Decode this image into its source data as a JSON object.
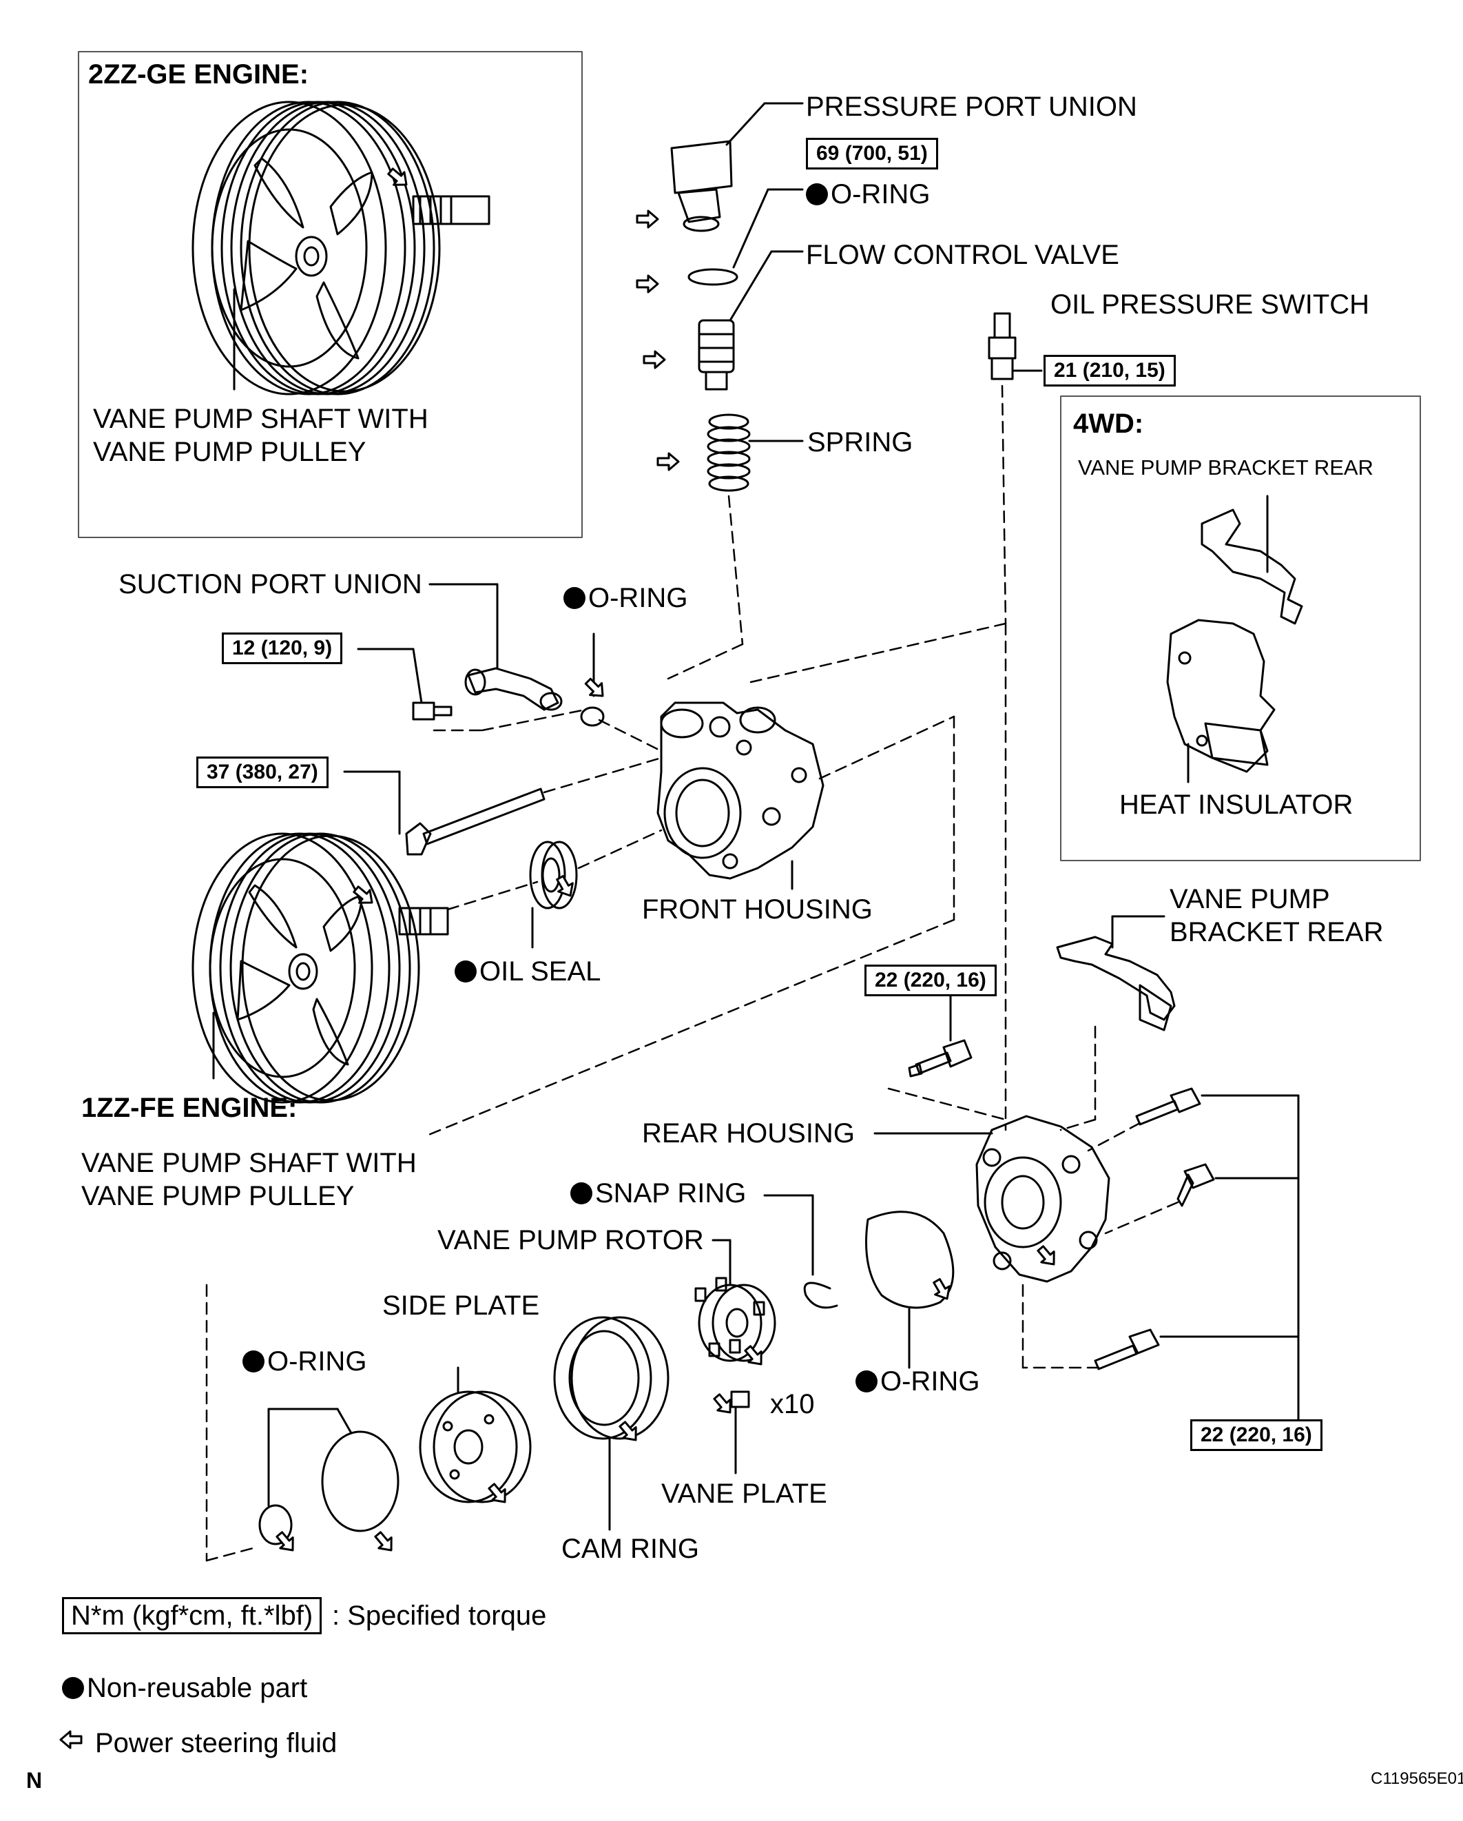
{
  "labels": {
    "engine_2zz": "2ZZ-GE ENGINE:",
    "engine_1zz": "1ZZ-FE ENGINE:",
    "shaft_2zz_line1": "VANE PUMP SHAFT WITH",
    "shaft_2zz_line2": "VANE PUMP PULLEY",
    "shaft_1zz_line1": "VANE PUMP SHAFT WITH",
    "shaft_1zz_line2": "VANE PUMP PULLEY",
    "pressure_port_union": "PRESSURE PORT UNION",
    "o_ring": "O-RING",
    "flow_control_valve": "FLOW CONTROL VALVE",
    "oil_pressure_switch": "OIL PRESSURE SWITCH",
    "spring": "SPRING",
    "suction_port_union": "SUCTION PORT UNION",
    "front_housing": "FRONT HOUSING",
    "oil_seal": "OIL SEAL",
    "fwd_title": "4WD:",
    "bracket_rear_4wd": "VANE PUMP BRACKET REAR",
    "heat_insulator": "HEAT INSULATOR",
    "bracket_rear_line1": "VANE PUMP",
    "bracket_rear_line2": "BRACKET REAR",
    "rear_housing": "REAR HOUSING",
    "snap_ring": "SNAP RING",
    "vane_pump_rotor": "VANE PUMP ROTOR",
    "side_plate": "SIDE PLATE",
    "cam_ring": "CAM RING",
    "vane_plate": "VANE PLATE",
    "x10": "x10"
  },
  "torque": {
    "pressure_port": "69 (700, 51)",
    "oil_pressure_switch": "21 (210, 15)",
    "suction_bolt": "12 (120, 9)",
    "long_bolt": "37 (380, 27)",
    "bracket_bolt": "22 (220, 16)",
    "rear_bolts": "22 (220, 16)"
  },
  "legend": {
    "torque_unit": "N*m (kgf*cm, ft.*lbf)",
    "torque_desc": ": Specified torque",
    "non_reusable": "Non-reusable part",
    "fluid": "Power steering fluid"
  },
  "footer": {
    "left_mark": "N",
    "figure_id": "C119565E01"
  }
}
